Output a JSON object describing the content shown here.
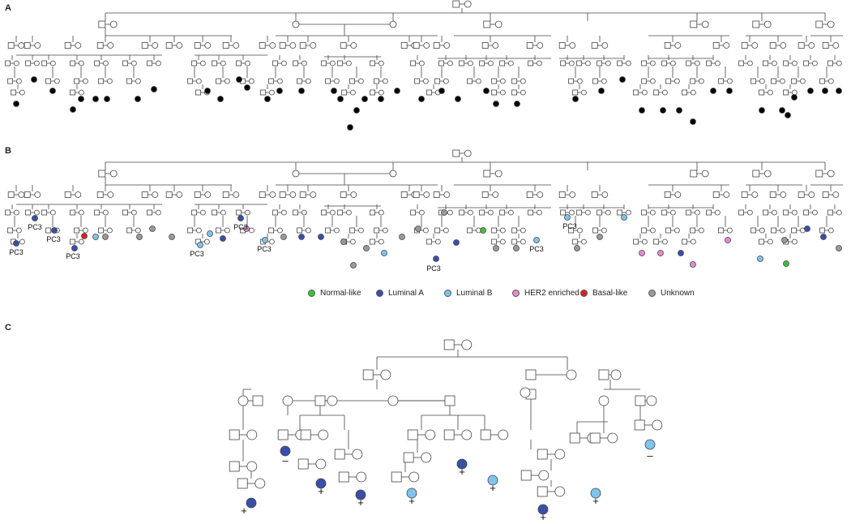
{
  "figure": {
    "panels": [
      {
        "id": "A",
        "label": "A"
      },
      {
        "id": "B",
        "label": "B"
      },
      {
        "id": "C",
        "label": "C"
      }
    ],
    "pc3_label": "PC3",
    "legend": [
      {
        "key": "normal",
        "label": "Normal-like",
        "color": "#3fbf3f"
      },
      {
        "key": "lumA",
        "label": "Luminal A",
        "color": "#3a4fa8"
      },
      {
        "key": "lumB",
        "label": "Luminal B",
        "color": "#7ec4ec"
      },
      {
        "key": "her2",
        "label": "HER2 enriched",
        "color": "#e68bd1"
      },
      {
        "key": "basal",
        "label": "Basal-like",
        "color": "#e02020"
      },
      {
        "key": "unknown",
        "label": "Unknown",
        "color": "#9a9a9a"
      }
    ],
    "affected_color": "#000000",
    "plus_label": "+",
    "minus_label": "–"
  }
}
